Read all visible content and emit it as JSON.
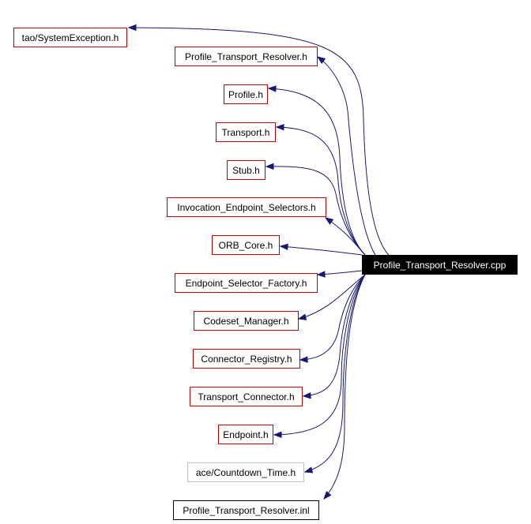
{
  "diagram": {
    "root": {
      "label": "Profile_Transport_Resolver.cpp",
      "style": "root"
    },
    "includes": [
      {
        "label": "tao/SystemException.h",
        "style": "red"
      },
      {
        "label": "Profile_Transport_Resolver.h",
        "style": "red"
      },
      {
        "label": "Profile.h",
        "style": "red"
      },
      {
        "label": "Transport.h",
        "style": "red"
      },
      {
        "label": "Stub.h",
        "style": "red"
      },
      {
        "label": "Invocation_Endpoint_Selectors.h",
        "style": "red"
      },
      {
        "label": "ORB_Core.h",
        "style": "red"
      },
      {
        "label": "Endpoint_Selector_Factory.h",
        "style": "red"
      },
      {
        "label": "Codeset_Manager.h",
        "style": "red"
      },
      {
        "label": "Connector_Registry.h",
        "style": "red"
      },
      {
        "label": "Transport_Connector.h",
        "style": "red"
      },
      {
        "label": "Endpoint.h",
        "style": "red"
      },
      {
        "label": "ace/Countdown_Time.h",
        "style": "gray"
      },
      {
        "label": "Profile_Transport_Resolver.inl",
        "style": "black"
      }
    ],
    "colors": {
      "edge": "#191970",
      "border_documented": "#c00000",
      "border_undocumented": "#bfbfbf",
      "root_background": "#000000"
    }
  }
}
